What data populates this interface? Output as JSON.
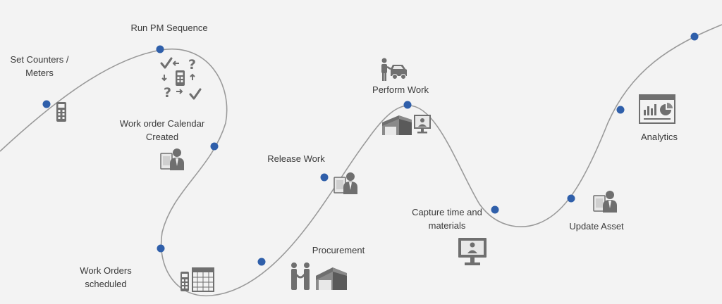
{
  "steps": {
    "set_counters": {
      "line1": "Set Counters /",
      "line2": "Meters"
    },
    "run_pm": {
      "label": "Run PM Sequence"
    },
    "calendar": {
      "line1": "Work order Calendar",
      "line2": "Created"
    },
    "scheduled": {
      "line1": "Work Orders",
      "line2": "scheduled"
    },
    "procurement": {
      "label": "Procurement"
    },
    "release": {
      "label": "Release Work"
    },
    "perform": {
      "label": "Perform Work"
    },
    "capture": {
      "line1": "Capture time and",
      "line2": "materials"
    },
    "update": {
      "label": "Update Asset"
    },
    "analytics": {
      "label": "Analytics"
    }
  },
  "colors": {
    "background": "#f3f3f3",
    "path_line": "#9a9a9a",
    "node": "#2f5faa",
    "icon": "#6f6f6f",
    "text": "#3a3a3a"
  },
  "icons": {
    "set_counters": "meter-icon",
    "run_pm": "pm-sequence-icon",
    "calendar": "user-monitor-icon",
    "scheduled": "meter-calendar-icon",
    "procurement": "handshake-warehouse-icon",
    "release": "user-monitor-icon",
    "perform": "person-vehicle-icon",
    "perform_secondary": "warehouse-monitor-icon",
    "capture": "video-monitor-icon",
    "update": "user-monitor-icon",
    "analytics": "dashboard-icon"
  }
}
